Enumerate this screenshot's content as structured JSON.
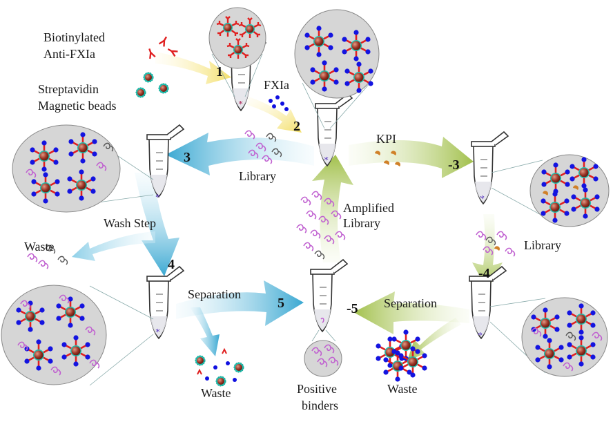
{
  "labels": {
    "biotinylated": "Biotinylated",
    "anti_fxia": "Anti-FXIa",
    "streptavidin": "Streptavidin",
    "magnetic_beads": "Magnetic beads",
    "fxia": "FXIa",
    "library_left": "Library",
    "kpi": "KPI",
    "amplified": "Amplified",
    "amplified_library": "Library",
    "library_right": "Library",
    "wash_step": "Wash Step",
    "waste_left": "Waste",
    "separation_left": "Separation",
    "separation_right": "Separation",
    "waste_bottom": "Waste",
    "waste_right": "Waste",
    "positive": "Positive",
    "binders": "binders"
  },
  "steps": {
    "s1": "1",
    "s2": "2",
    "s3": "3",
    "s4": "4",
    "s5": "5",
    "n3": "-3",
    "n4": "-4",
    "n5": "-5"
  },
  "colors": {
    "yellow_arrow": "#f3e27a",
    "blue_arrow": "#56b6d8",
    "green_arrow": "#a9c75a",
    "bead": "#8b2a1e",
    "antibody": "#e02020",
    "fxia": "#1010e0",
    "streptavidin": "#20b0a0",
    "aptamer": "#c070d0",
    "kpi": "#d08020",
    "circle_fill": "#d9d9d9"
  }
}
